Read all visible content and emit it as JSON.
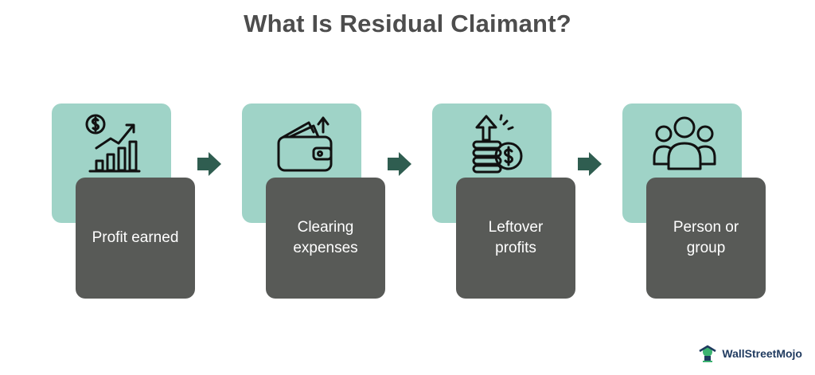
{
  "title": "What Is Residual Claimant?",
  "colors": {
    "icon_bg": "#9fd3c7",
    "label_bg": "#585a57",
    "arrow": "#2f5d50",
    "title": "#4d4d4d"
  },
  "steps": [
    {
      "label": "Profit earned",
      "icon": "growth-chart-icon"
    },
    {
      "label": "Clearing\nexpenses",
      "icon": "wallet-icon"
    },
    {
      "label": "Leftover\nprofits",
      "icon": "coin-stack-icon"
    },
    {
      "label": "Person or\ngroup",
      "icon": "people-group-icon"
    }
  ],
  "logo": {
    "text": "WallStreetMojo",
    "icon": "wallstreetmojo-logo-icon"
  }
}
